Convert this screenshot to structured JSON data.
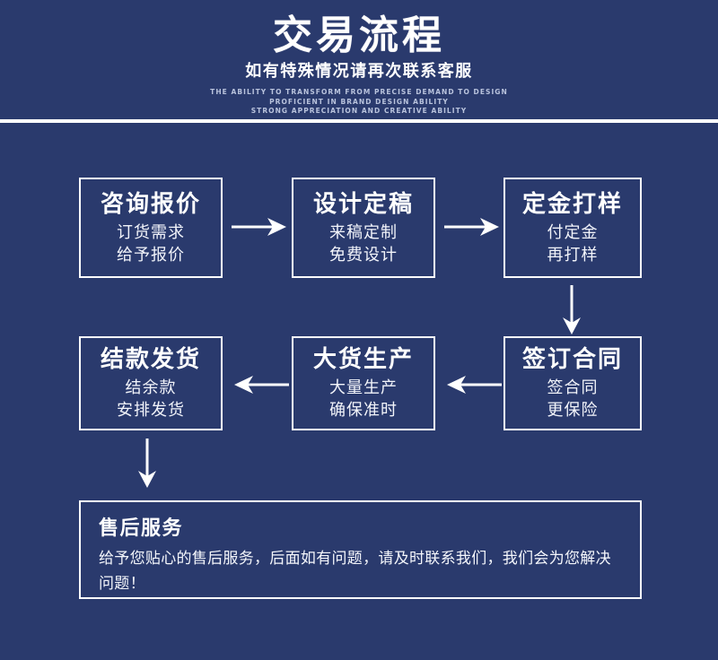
{
  "theme": {
    "background": "#2a3a6d",
    "line": "#ffffff",
    "text": "#ffffff",
    "muted_text": "#b9c3dd"
  },
  "header": {
    "title": "交易流程",
    "subtitle": "如有特殊情况请再次联系客服",
    "english_line1": "THE ABILITY TO TRANSFORM FROM PRECISE DEMAND TO DESIGN",
    "english_line2": "PROFICIENT IN BRAND DESIGN ABILITY",
    "english_line3": "STRONG APPRECIATION AND CREATIVE ABILITY"
  },
  "flow": {
    "steps": [
      {
        "title": "咨询报价",
        "line1": "订货需求",
        "line2": "给予报价"
      },
      {
        "title": "设计定稿",
        "line1": "来稿定制",
        "line2": "免费设计"
      },
      {
        "title": "定金打样",
        "line1": "付定金",
        "line2": "再打样"
      },
      {
        "title": "签订合同",
        "line1": "签合同",
        "line2": "更保险"
      },
      {
        "title": "大货生产",
        "line1": "大量生产",
        "line2": "确保准时"
      },
      {
        "title": "结款发货",
        "line1": "结余款",
        "line2": "安排发货"
      }
    ],
    "connectors": [
      {
        "name": "step1-to-step2",
        "direction": "right"
      },
      {
        "name": "step2-to-step3",
        "direction": "right"
      },
      {
        "name": "step3-to-step4",
        "direction": "down"
      },
      {
        "name": "step4-to-step5",
        "direction": "left"
      },
      {
        "name": "step5-to-step6",
        "direction": "left"
      },
      {
        "name": "step6-to-aftersales",
        "direction": "down"
      }
    ]
  },
  "footer": {
    "title": "售后服务",
    "text": "给予您贴心的售后服务，后面如有问题，请及时联系我们，我们会为您解决问题！"
  }
}
